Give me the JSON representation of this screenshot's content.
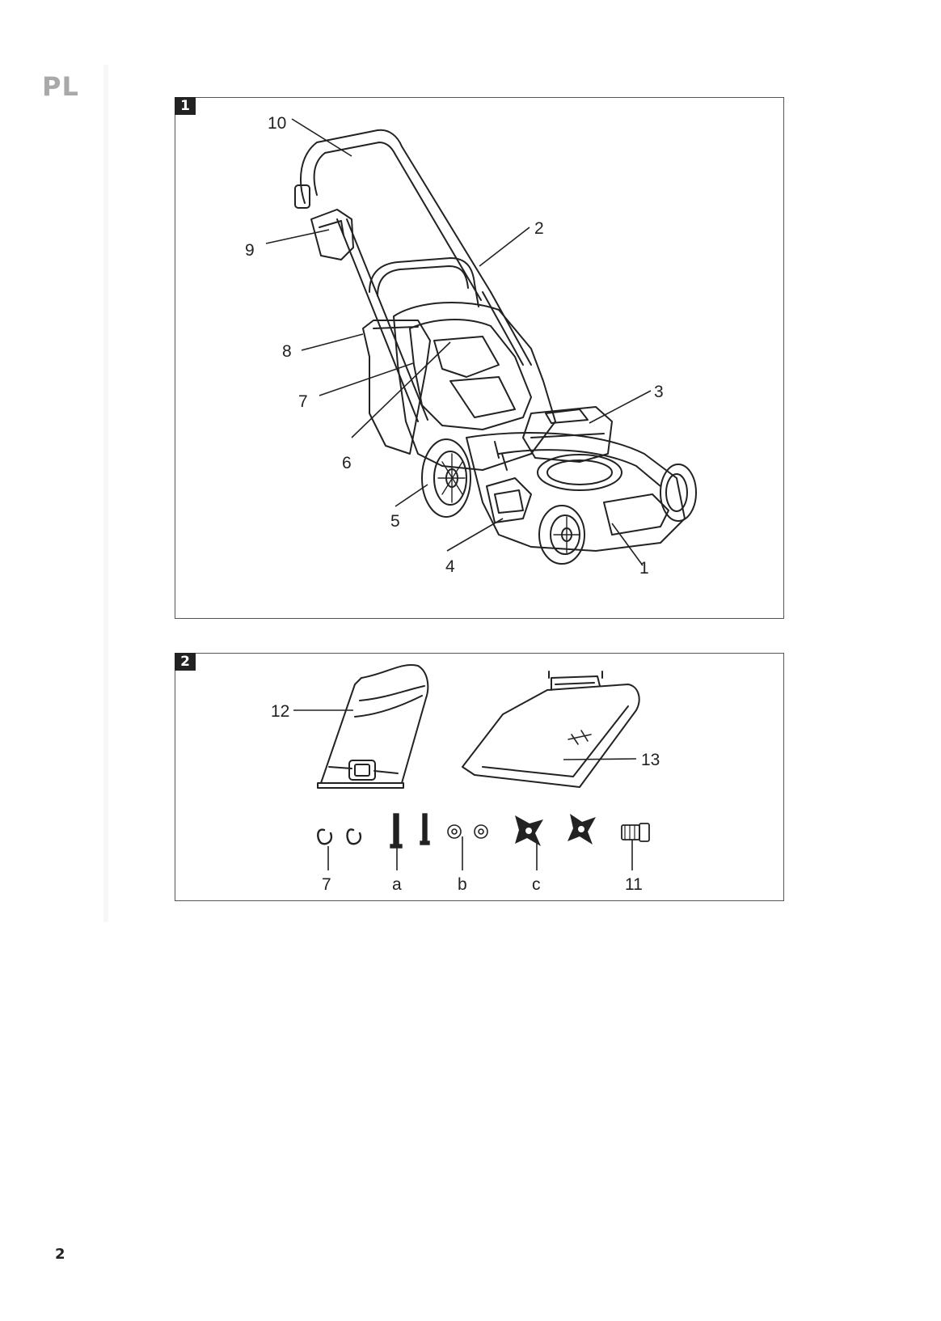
{
  "header": {
    "language": "PL"
  },
  "figure1": {
    "tag": "1",
    "labels": {
      "l1": "1",
      "l2": "2",
      "l3": "3",
      "l4": "4",
      "l5": "5",
      "l6": "6",
      "l7": "7",
      "l8": "8",
      "l9": "9",
      "l10": "10"
    }
  },
  "figure2": {
    "tag": "2",
    "labels": {
      "l12": "12",
      "l13": "13",
      "l7": "7",
      "la": "a",
      "lb": "b",
      "lc": "c",
      "l11": "11"
    }
  },
  "footer": {
    "page_number": "2"
  }
}
